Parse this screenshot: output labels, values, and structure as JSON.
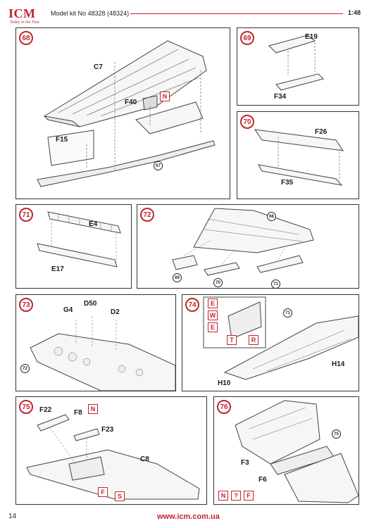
{
  "header": {
    "logo": "ICM",
    "logo_tagline": "Today in the Past",
    "title": "Model kit No 48328 (48324)",
    "scale": "1:48"
  },
  "steps": {
    "s68": {
      "num": "68",
      "parts": [
        "C7",
        "F40",
        "F15"
      ],
      "ref": "67",
      "callout": "N"
    },
    "s69": {
      "num": "69",
      "parts": [
        "E19",
        "F34"
      ]
    },
    "s70": {
      "num": "70",
      "parts": [
        "F26",
        "F35"
      ]
    },
    "s71": {
      "num": "71",
      "parts": [
        "E4",
        "E17"
      ]
    },
    "s72": {
      "num": "72",
      "refs": [
        "68",
        "69",
        "70",
        "71"
      ]
    },
    "s73": {
      "num": "73",
      "parts": [
        "G4",
        "D50",
        "D2"
      ],
      "ref": "72"
    },
    "s74": {
      "num": "74",
      "parts": [
        "H14",
        "H10"
      ],
      "ref": "71",
      "callouts": [
        "E",
        "W",
        "E",
        "T",
        "R"
      ]
    },
    "s75": {
      "num": "75",
      "parts": [
        "F22",
        "F8",
        "F23",
        "C8"
      ],
      "callouts": [
        "N",
        "F",
        "S"
      ]
    },
    "s76": {
      "num": "76",
      "parts": [
        "F3",
        "F6"
      ],
      "ref": "75",
      "callouts": [
        "N",
        "?",
        "F"
      ]
    }
  },
  "footer": {
    "page": "14",
    "url": "www.icm.com.ua"
  },
  "colors": {
    "accent": "#c0262d"
  }
}
